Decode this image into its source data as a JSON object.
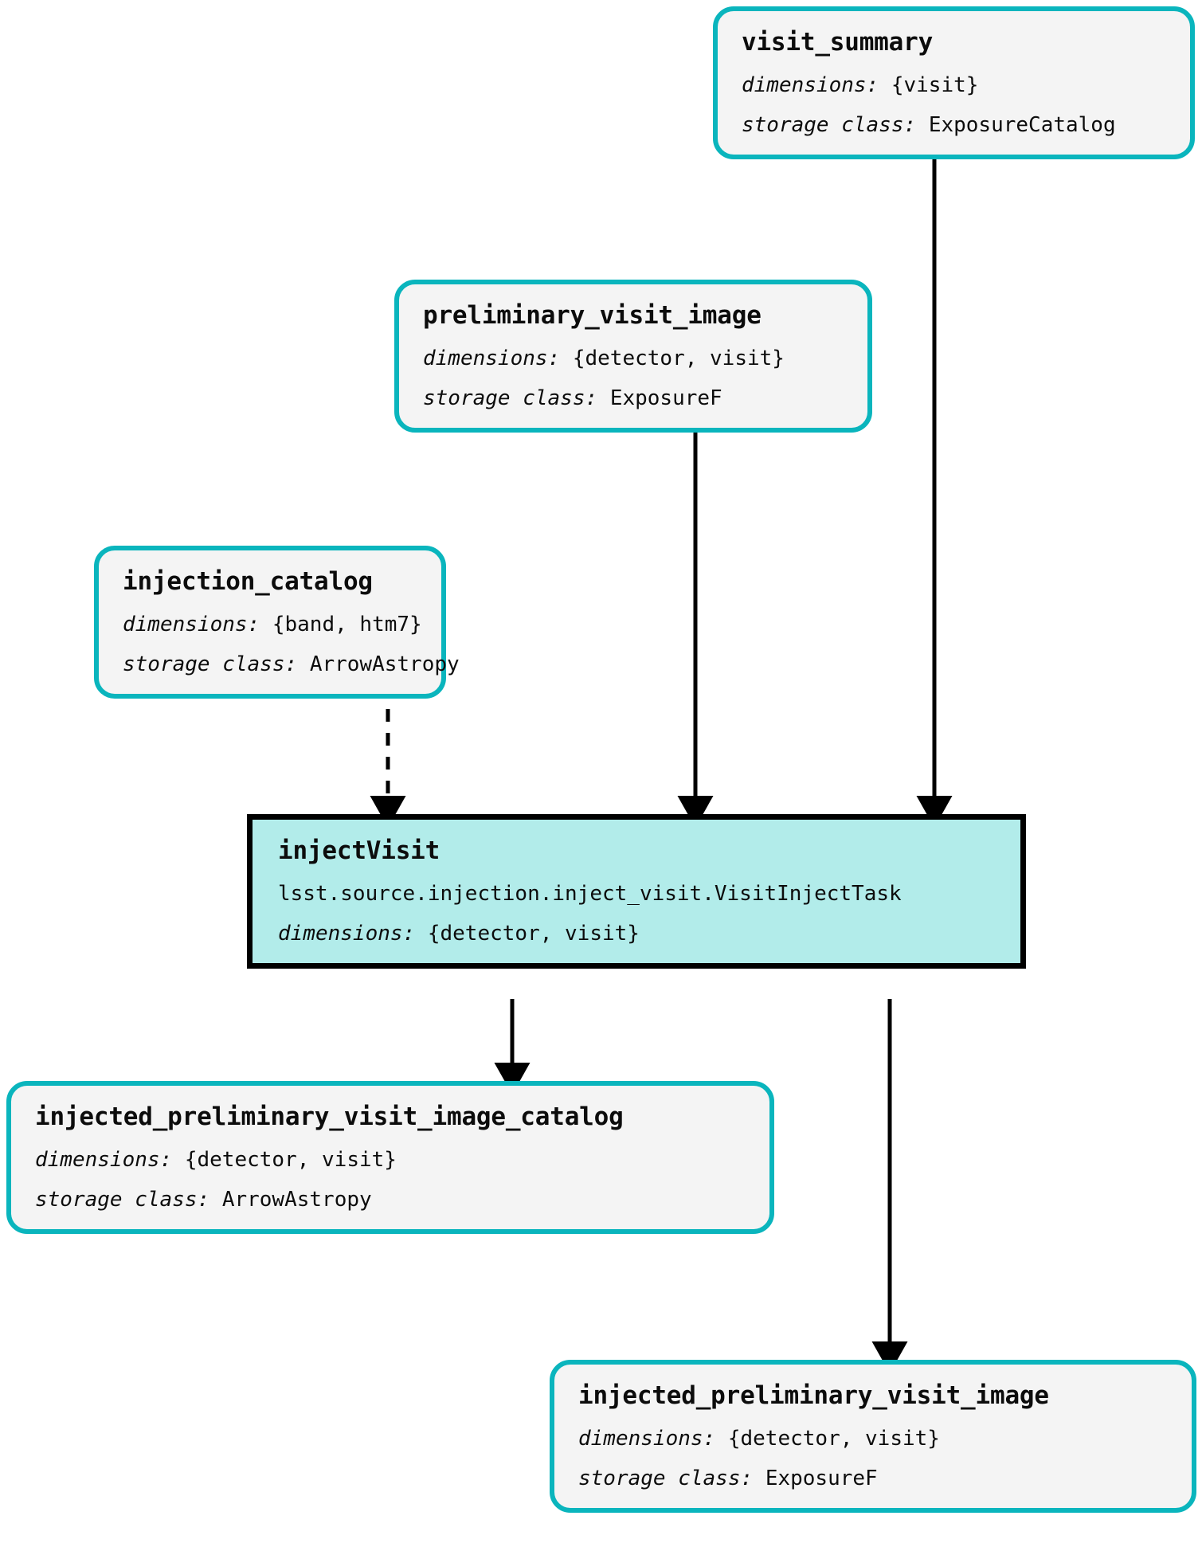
{
  "diagram": {
    "type": "pipeline-dag",
    "colors": {
      "dataset_border": "#0ab5bd",
      "dataset_fill": "#f4f4f4",
      "task_fill": "#b2ecea",
      "task_border": "#000000",
      "edge": "#000000",
      "text": "#0c0c0c"
    },
    "labels": {
      "dimensions_key": "dimensions:",
      "storage_class_key": "storage class:"
    }
  },
  "nodes": [
    {
      "id": "visit_summary",
      "kind": "dataset",
      "title": "visit_summary",
      "dimensions": "{visit}",
      "storage_class": "ExposureCatalog"
    },
    {
      "id": "preliminary_visit_image",
      "kind": "dataset",
      "title": "preliminary_visit_image",
      "dimensions": "{detector, visit}",
      "storage_class": "ExposureF"
    },
    {
      "id": "injection_catalog",
      "kind": "dataset",
      "title": "injection_catalog",
      "dimensions": "{band, htm7}",
      "storage_class": "ArrowAstropy"
    },
    {
      "id": "injectVisit",
      "kind": "task",
      "title": "injectVisit",
      "task_path": "lsst.source.injection.inject_visit.VisitInjectTask",
      "dimensions": "{detector, visit}"
    },
    {
      "id": "injected_preliminary_visit_image_catalog",
      "kind": "dataset",
      "title": "injected_preliminary_visit_image_catalog",
      "dimensions": "{detector, visit}",
      "storage_class": "ArrowAstropy"
    },
    {
      "id": "injected_preliminary_visit_image",
      "kind": "dataset",
      "title": "injected_preliminary_visit_image",
      "dimensions": "{detector, visit}",
      "storage_class": "ExposureF"
    }
  ],
  "edges": [
    {
      "from": "visit_summary",
      "to": "injectVisit",
      "style": "solid"
    },
    {
      "from": "preliminary_visit_image",
      "to": "injectVisit",
      "style": "solid"
    },
    {
      "from": "injection_catalog",
      "to": "injectVisit",
      "style": "dashed"
    },
    {
      "from": "injectVisit",
      "to": "injected_preliminary_visit_image_catalog",
      "style": "solid"
    },
    {
      "from": "injectVisit",
      "to": "injected_preliminary_visit_image",
      "style": "solid"
    }
  ]
}
